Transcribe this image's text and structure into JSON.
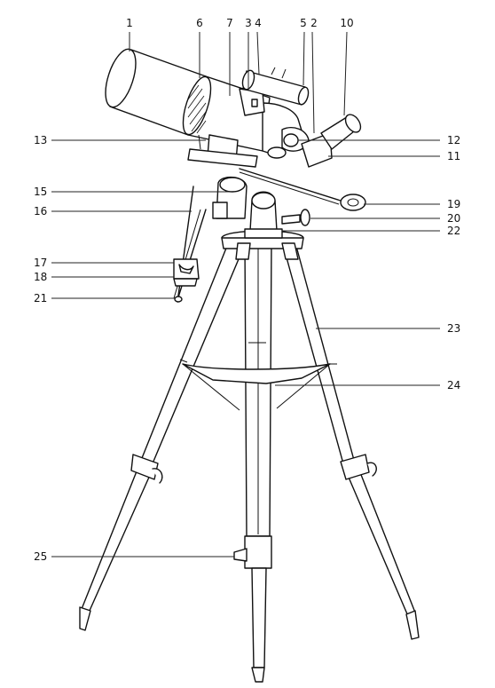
{
  "diagram": {
    "callouts": [
      {
        "id": "c1",
        "label": "1"
      },
      {
        "id": "c6",
        "label": "6"
      },
      {
        "id": "c7",
        "label": "7"
      },
      {
        "id": "c3",
        "label": "3"
      },
      {
        "id": "c4",
        "label": "4"
      },
      {
        "id": "c5",
        "label": "5"
      },
      {
        "id": "c2",
        "label": "2"
      },
      {
        "id": "c10",
        "label": "10"
      },
      {
        "id": "c13",
        "label": "13"
      },
      {
        "id": "c12",
        "label": "12"
      },
      {
        "id": "c11",
        "label": "11"
      },
      {
        "id": "c15",
        "label": "15"
      },
      {
        "id": "c16",
        "label": "16"
      },
      {
        "id": "c19",
        "label": "19"
      },
      {
        "id": "c20",
        "label": "20"
      },
      {
        "id": "c22",
        "label": "22"
      },
      {
        "id": "c17",
        "label": "17"
      },
      {
        "id": "c18",
        "label": "18"
      },
      {
        "id": "c21",
        "label": "21"
      },
      {
        "id": "c23",
        "label": "23"
      },
      {
        "id": "c24",
        "label": "24"
      },
      {
        "id": "c25",
        "label": "25"
      }
    ]
  }
}
